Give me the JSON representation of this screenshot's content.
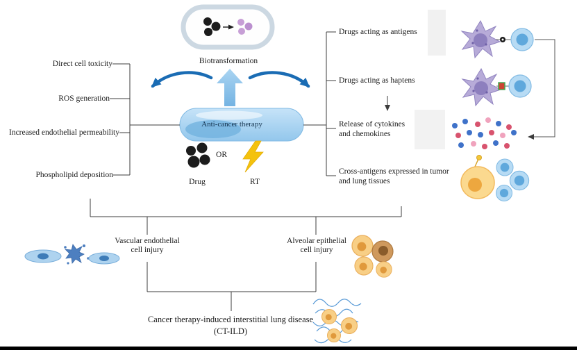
{
  "top": {
    "biotransformation_label": "Biotransformation",
    "capsule_label": "Anti-cancer therapy",
    "or_label": "OR",
    "drug_label": "Drug",
    "rt_label": "RT"
  },
  "left_mechanisms": {
    "items": [
      {
        "label": "Direct cell toxicity"
      },
      {
        "label": "ROS generation"
      },
      {
        "label": "Increased endothelial permeability"
      },
      {
        "label": "Phospholipid deposition"
      }
    ]
  },
  "right_mechanisms": {
    "item1": "Drugs acting as antigens",
    "item2": "Drugs acting as haptens",
    "item3_line1": "Release of cytokines",
    "item3_line2": "and chemokines",
    "item4_line1": "Cross-antigens expressed in tumor",
    "item4_line2": "and lung tissues"
  },
  "bottom": {
    "vascular_line1": "Vascular endothelial",
    "vascular_line2": "cell injury",
    "alveolar_line1": "Alveolar epithelial",
    "alveolar_line2": "cell injury",
    "outcome_line1": "Cancer therapy-induced interstitial lung disease",
    "outcome_line2": "(CT-ILD)"
  },
  "icons": {
    "drug_dots": "black-drug-molecule-dots",
    "metabolite_dots": "purple-metabolite-dots",
    "rt_bolt": "lightning-bolt",
    "up_arrow": "biotransformation-up-arrow",
    "curved_arrows": "branch-swoosh-arrows",
    "dendritic_cell": "dendritic-cell",
    "lymphocyte": "lymphocyte-cell",
    "cytokine_dots": "cytokine-chemokine-dots",
    "tumor_cell": "tumor-cell-with-lymphocytes",
    "endothelial_cells": "vascular-endothelial-cells",
    "alveolar_cells": "alveolar-epithelial-cells",
    "fibrosis": "fibrotic-lung-tissue-strands"
  },
  "colors": {
    "arrow_blue": "#1a6cb4",
    "capsule_blue": "#a9d2ef",
    "lightning_yellow": "#f4c20d",
    "drug_black": "#1c1c1c",
    "metabolite_purple": "#c79fd6",
    "dendritic_purple": "#b7abd8",
    "lymphocyte_blue": "#5fa8dc",
    "tumor_orange": "#f3c87e",
    "line_gray": "#3c3c3c"
  }
}
